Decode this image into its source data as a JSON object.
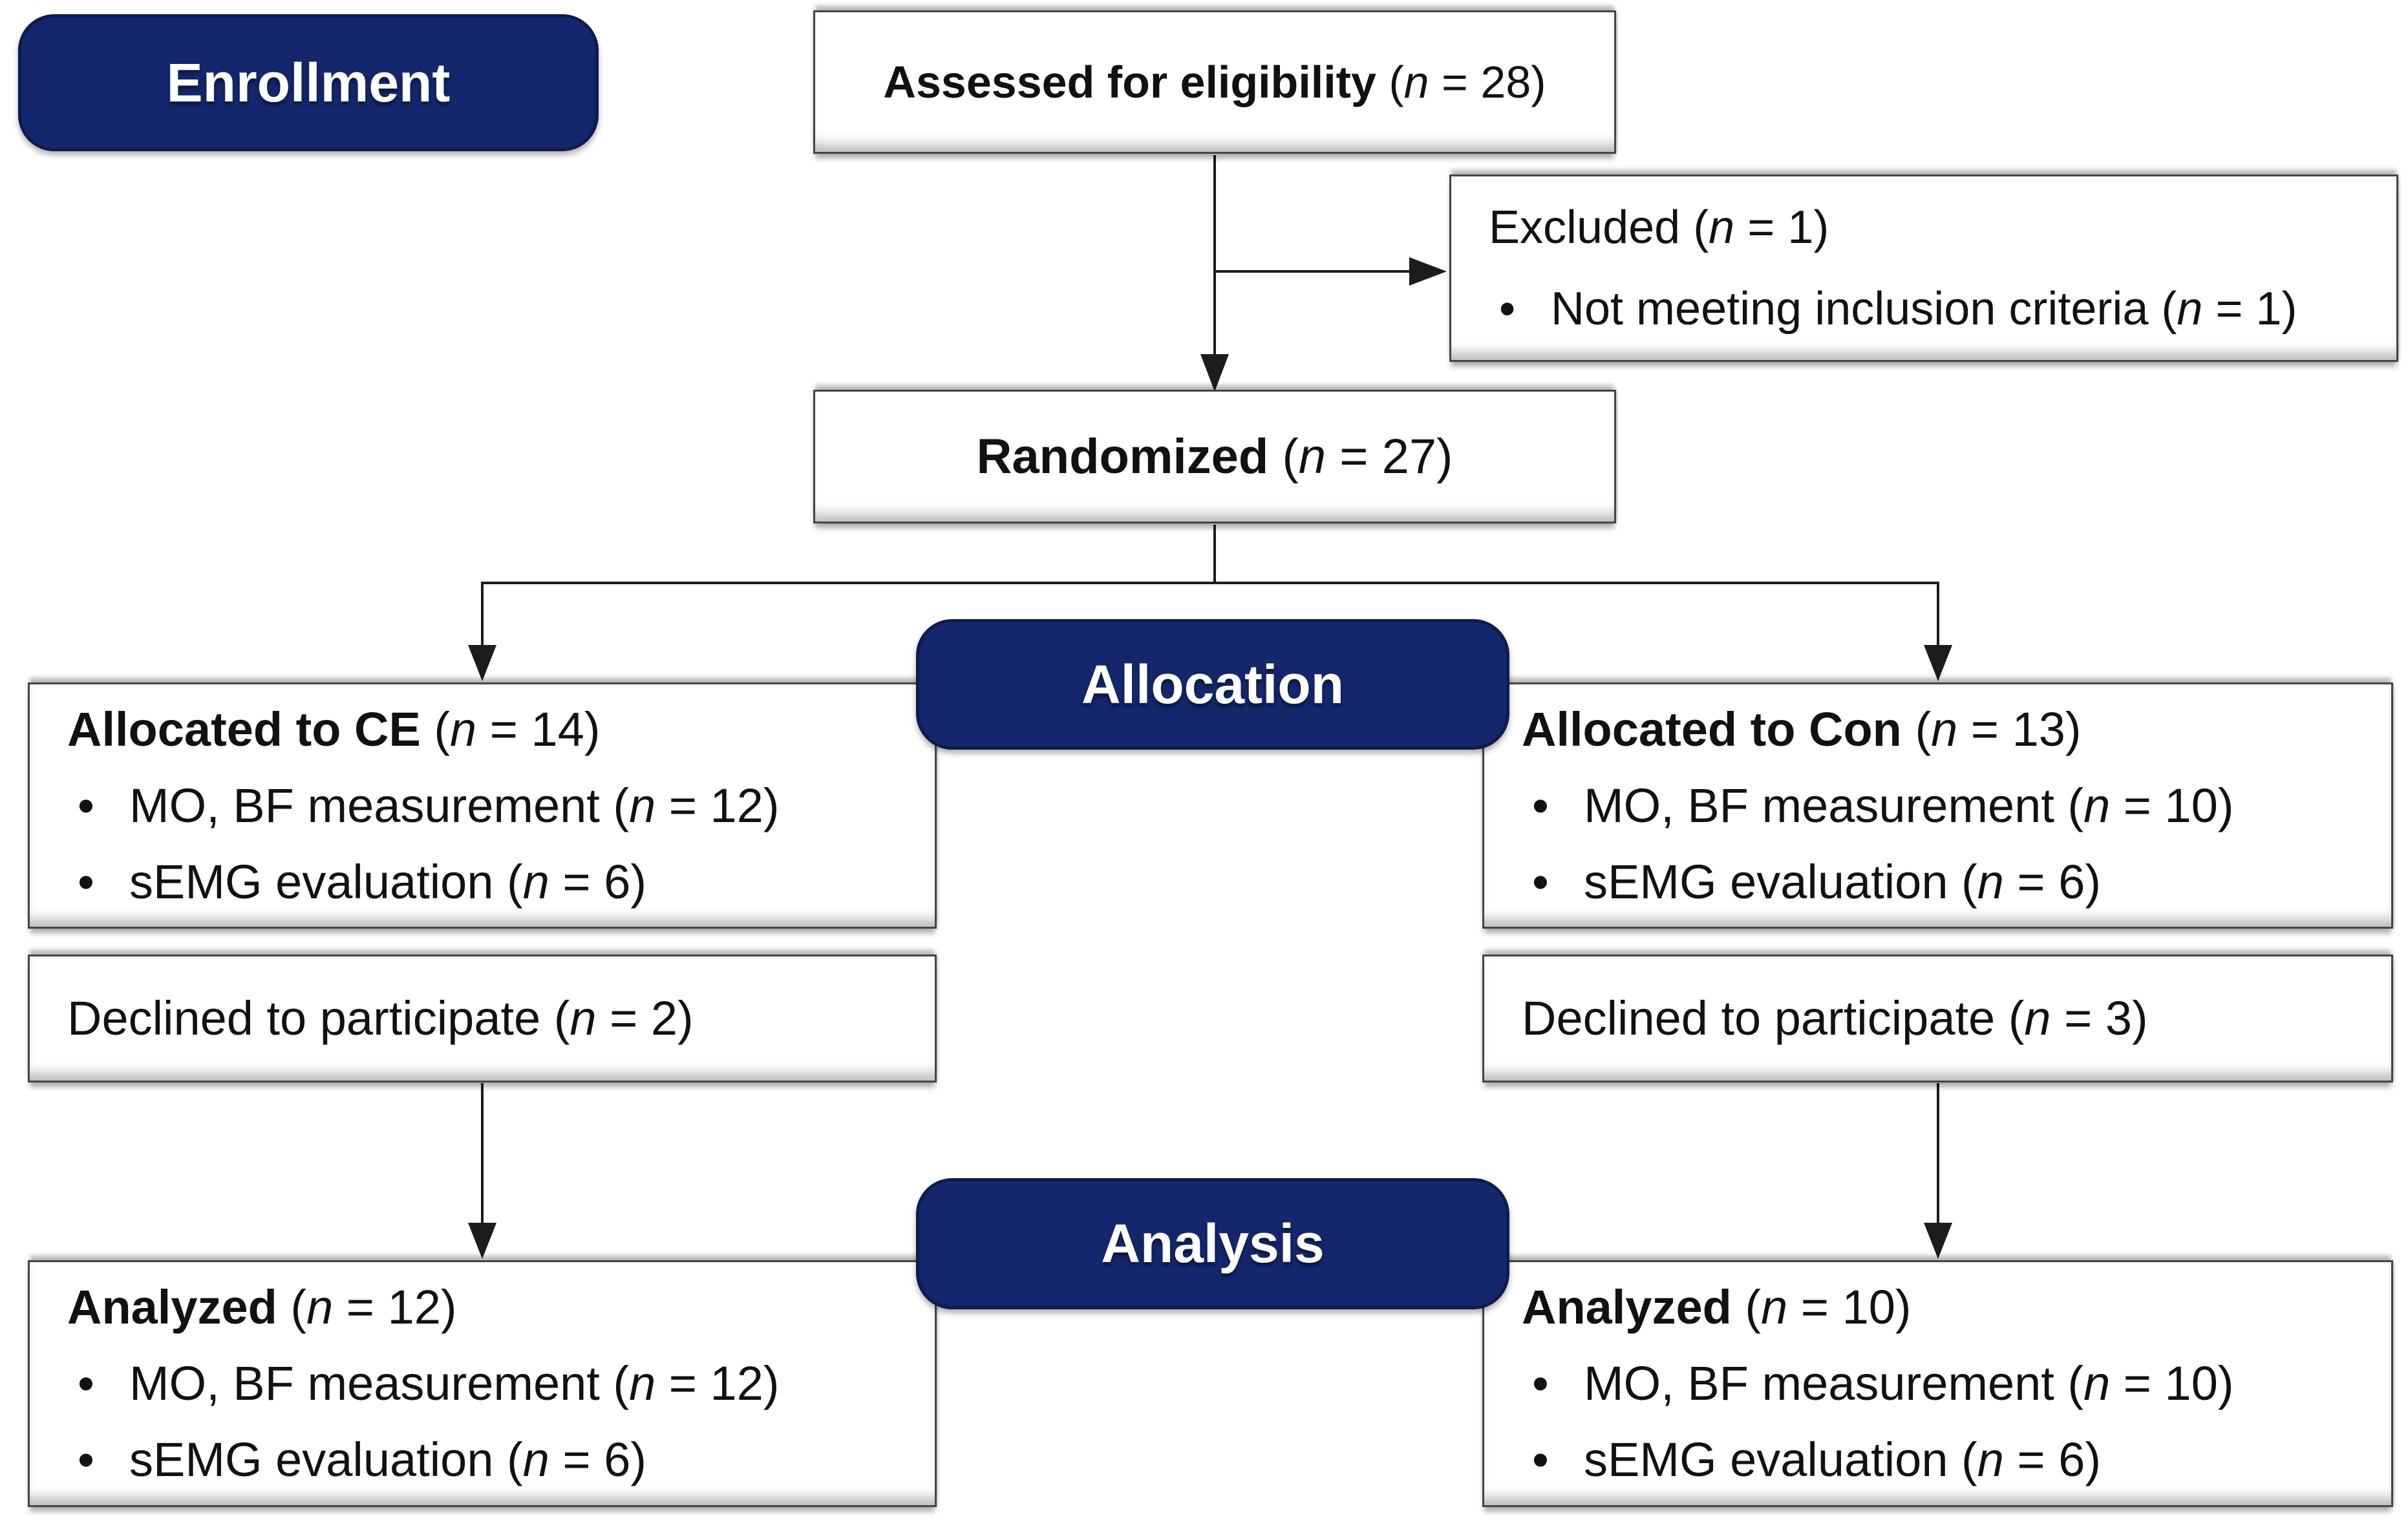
{
  "palette": {
    "navy": "#14276d",
    "navy_border": "#0d1b4e",
    "line": "#1c1c1c",
    "box_border": "#454545",
    "text": "#111111"
  },
  "bullet_char": "•",
  "stages": {
    "enrollment": "Enrollment",
    "allocation": "Allocation",
    "analysis": "Analysis"
  },
  "boxes": {
    "assessed": {
      "bold": "Assessed for eligibility",
      "rest": " (*n* = 28)"
    },
    "excluded": {
      "title": "Excluded (*n* = 1)",
      "bullets": [
        "Not meeting inclusion criteria (*n* = 1)"
      ]
    },
    "randomized": {
      "bold": "Randomized",
      "rest": " (*n* = 27)"
    },
    "alloc_ce": {
      "bold": "Allocated to CE",
      "rest": " (*n* = 14)",
      "bullets": [
        "MO, BF measurement (*n* = 12)",
        "sEMG evaluation (*n* = 6)"
      ]
    },
    "alloc_con": {
      "bold": "Allocated to Con",
      "rest": " (*n* = 13)",
      "bullets": [
        "MO, BF measurement (*n* = 10)",
        "sEMG evaluation (*n* = 6)"
      ]
    },
    "declined_ce": {
      "title": "Declined to participate (*n* = 2)"
    },
    "declined_con": {
      "title": "Declined to participate (*n* = 3)"
    },
    "analyzed_ce": {
      "bold": "Analyzed",
      "rest": " (*n* = 12)",
      "bullets": [
        "MO, BF measurement (*n* = 12)",
        "sEMG evaluation (*n* = 6)"
      ]
    },
    "analyzed_con": {
      "bold": "Analyzed",
      "rest": " (*n* = 10)",
      "bullets": [
        "MO, BF measurement (*n* = 10)",
        "sEMG evaluation (*n* = 6)"
      ]
    }
  }
}
